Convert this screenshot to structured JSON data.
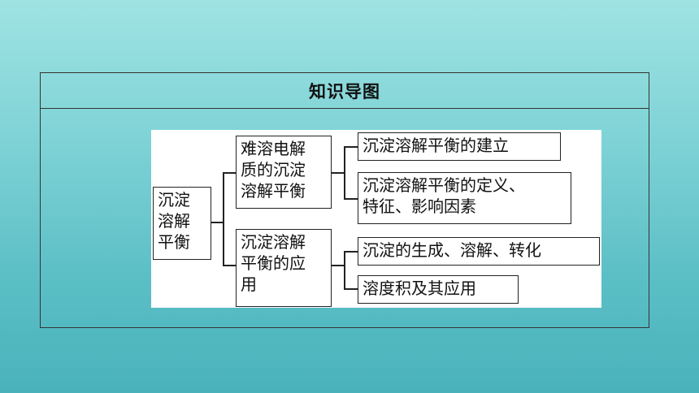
{
  "title": "知识导图",
  "root": "沉淀\n溶解\n平衡",
  "branches": [
    {
      "label": "难溶电解\n质的沉淀\n溶解平衡",
      "children": [
        "沉淀溶解平衡的建立",
        "沉淀溶解平衡的定义、\n特征、影响因素"
      ]
    },
    {
      "label": "沉淀溶解\n平衡的应\n用",
      "children": [
        "沉淀的生成、溶解、转化",
        "溶度积及其应用"
      ]
    }
  ]
}
